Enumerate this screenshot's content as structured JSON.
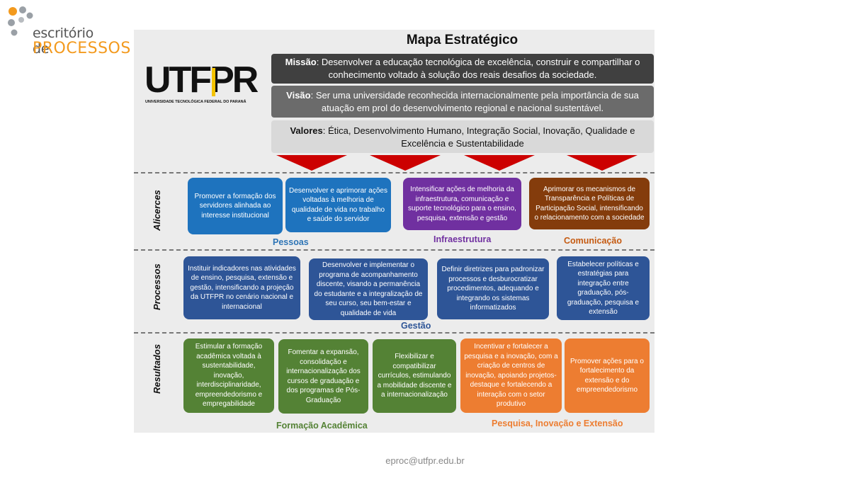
{
  "logo": {
    "line1": "escritório de",
    "line2": "PROCESSOS",
    "dots_color": "#9aa0a6",
    "accent_color": "#f39a1e"
  },
  "map": {
    "title": "Mapa Estratégico",
    "utfpr": {
      "word": "UTFPR",
      "subtitle": "UNIVERSIDADE TECNOLÓGICA FEDERAL DO PARANÁ"
    },
    "missao": {
      "label": "Missão",
      "text": ": Desenvolver a educação tecnológica de excelência, construir e compartilhar o conhecimento voltado à solução dos reais desafios da sociedade."
    },
    "visao": {
      "label": "Visão",
      "text": ": Ser uma universidade reconhecida internacionalmente pela importância de sua atuação em prol do desenvolvimento regional e nacional sustentável."
    },
    "valores": {
      "label": "Valores",
      "text": ": Ética, Desenvolvimento Humano, Integração Social, Inovação, Qualidade e Excelência e Sustentabilidade"
    },
    "rows": {
      "alicerces": "Alicerces",
      "processos": "Processos",
      "resultados": "Resultados"
    },
    "alicerces": [
      "Promover a formação dos servidores alinhada ao interesse institucional",
      "Desenvolver e aprimorar ações voltadas à melhoria de qualidade de vida no trabalho e saúde do servidor",
      "Intensificar ações de melhoria da infraestrutura, comunicação e suporte tecnológico para o ensino, pesquisa, extensão e gestão",
      "Aprimorar os mecanismos de Transparência e Políticas de Participação Social, intensificando o relacionamento com a sociedade"
    ],
    "alicerces_categories": {
      "pessoas": "Pessoas",
      "infraestrutura": "Infraestrutura",
      "comunicacao": "Comunicação"
    },
    "processos": [
      "Instituir indicadores nas atividades de ensino, pesquisa, extensão e gestão, intensificando a projeção da UTFPR no cenário nacional e internacional",
      "Desenvolver e implementar o programa de acompanhamento discente, visando a permanência do estudante e a integralização de seu curso, seu bem-estar e qualidade de vida",
      "Definir diretrizes para padronizar processos e desburocratizar procedimentos, adequando e integrando os sistemas informatizados",
      "Estabelecer políticas e estratégias para integração entre graduação, pós-graduação, pesquisa e extensão"
    ],
    "processos_category": "Gestão",
    "resultados": [
      "Estimular a formação acadêmica voltada à sustentabilidade, inovação, interdisciplinaridade, empreendedorismo e empregabilidade",
      "Fomentar a expansão, consolidação e internacionalização dos cursos de graduação e dos programas de Pós-Graduação",
      "Flexibilizar e compatibilizar currículos, estimulando a mobilidade discente e a internacionalização",
      "Incentivar e fortalecer a pesquisa e a inovação, com a criação de centros de inovação, apoiando projetos-destaque e fortalecendo a interação com o setor produtivo",
      "Promover ações para o fortalecimento da extensão e do empreendedorismo"
    ],
    "resultados_categories": {
      "formacao": "Formação Acadêmica",
      "pesquisa": "Pesquisa, Inovação e Extensão"
    },
    "colors": {
      "blue": "#1e73be",
      "dark_blue": "#2e5597",
      "purple": "#7030a0",
      "brown": "#843c0c",
      "green": "#548235",
      "orange": "#ed7d31",
      "arrow_red": "#cc0000"
    }
  },
  "footer": {
    "email": "eproc@utfpr.edu.br"
  }
}
